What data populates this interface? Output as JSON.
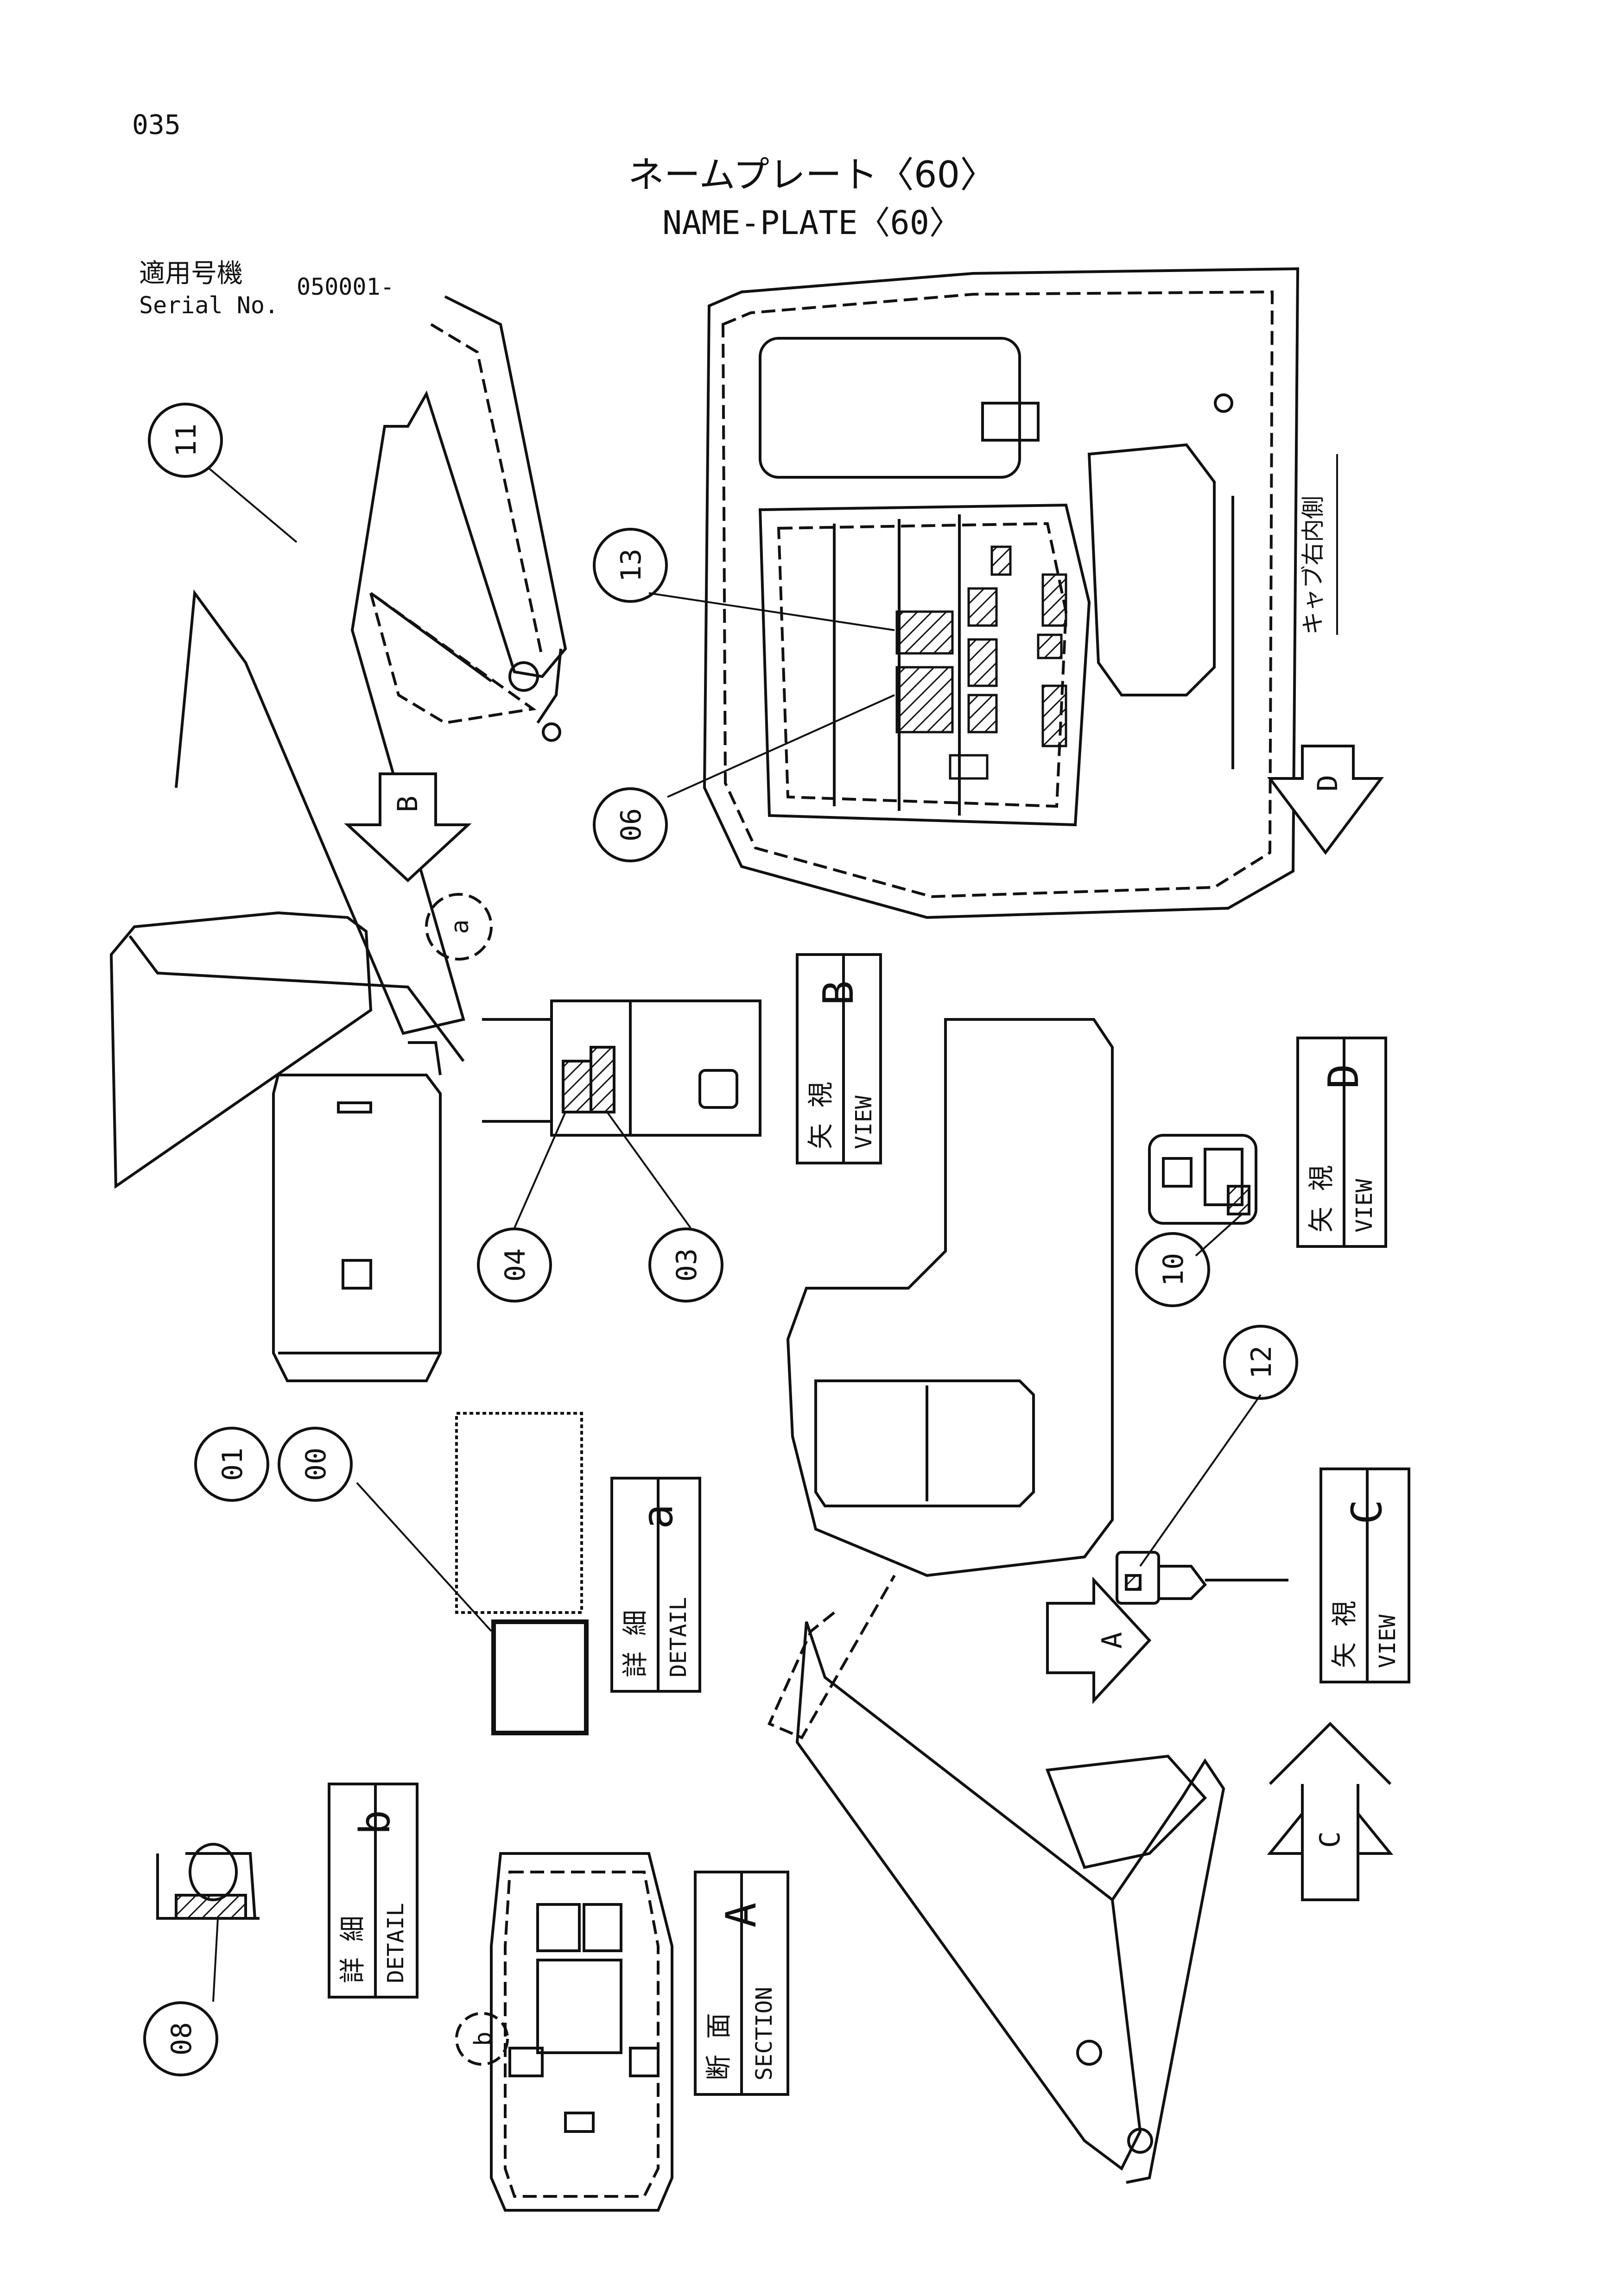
{
  "page": {
    "number": "035"
  },
  "title": {
    "japanese": "ネームプレート〈60〉",
    "english": "NAME-PLATE〈60〉"
  },
  "serial": {
    "label_jp": "適用号機",
    "label_en": "Serial No.",
    "value": "050001-"
  },
  "callouts": [
    "11",
    "13",
    "06",
    "04",
    "03",
    "10",
    "12",
    "01",
    "00",
    "08"
  ],
  "view_labels": {
    "view_b": {
      "jp": "矢 視",
      "en": "VIEW",
      "letter": "B"
    },
    "view_d": {
      "jp": "矢 視",
      "en": "VIEW",
      "letter": "D"
    },
    "view_c": {
      "jp": "矢 視",
      "en": "VIEW",
      "letter": "C"
    },
    "detail_a": {
      "jp": "詳 細",
      "en": "DETAIL",
      "letter": "a"
    },
    "detail_b": {
      "jp": "詳 細",
      "en": "DETAIL",
      "letter": "b"
    },
    "section_a": {
      "jp": "断 面",
      "en": "SECTION",
      "letter": "A"
    }
  },
  "arrows": {
    "b": "B",
    "d": "D",
    "c": "C",
    "a": "A"
  },
  "detail_markers": {
    "a": "a",
    "b": "b"
  },
  "cab_note": "キャブ右内側"
}
